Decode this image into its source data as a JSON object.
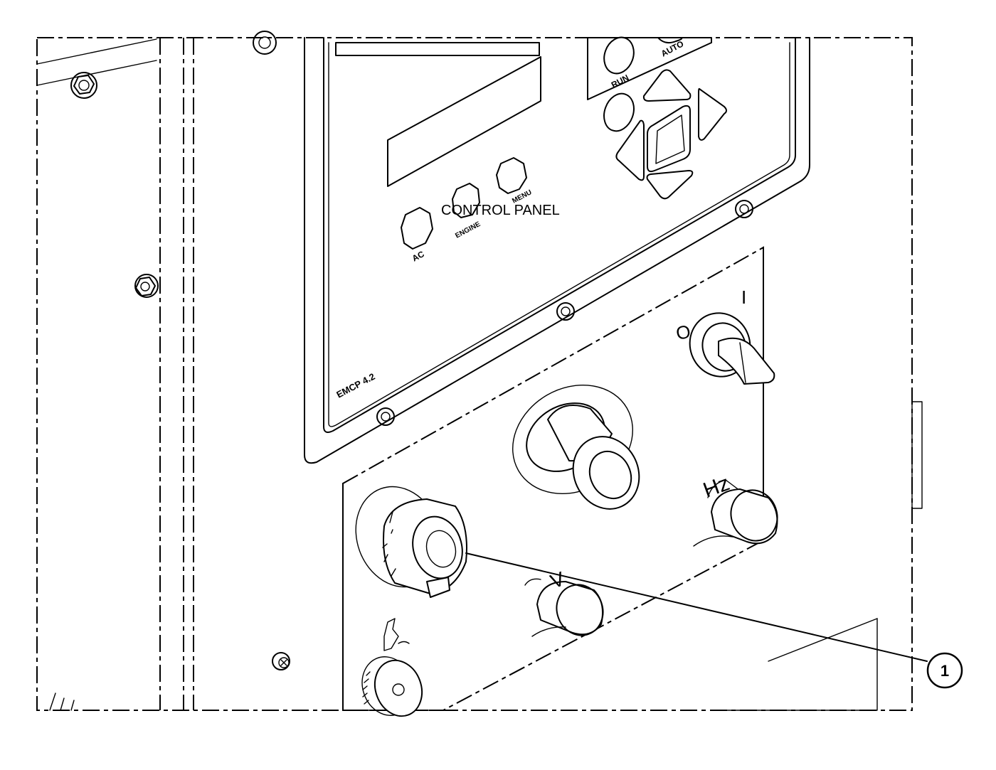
{
  "diagram": {
    "callout_label": "CONTROL PANEL",
    "controller_model": "EMCP 4.2",
    "button_labels": {
      "run": "RUN",
      "auto": "AUTO",
      "ac": "AC",
      "engine": "ENGINE",
      "menu": "MENU"
    },
    "switch_labels": {
      "off": "O",
      "on": "I"
    },
    "knob_labels": {
      "frequency": "Hz",
      "voltage": "V"
    },
    "callout_number": "1"
  }
}
